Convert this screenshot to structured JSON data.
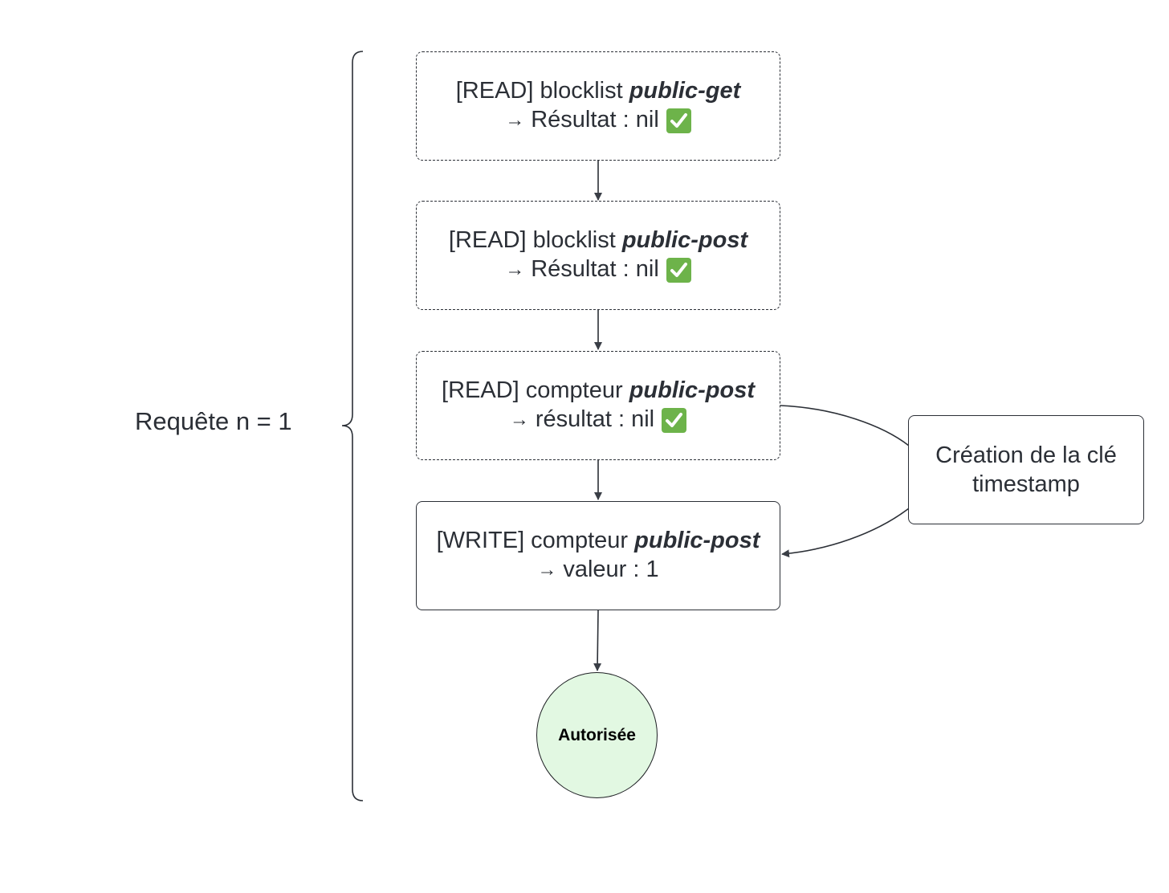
{
  "group": {
    "label": "Requête n = 1"
  },
  "steps": [
    {
      "prefix": "[READ] blocklist",
      "keyword": "public-get",
      "arrow": "→",
      "result": "Résultat : nil",
      "check_icon": "white-check-mark-green-icon",
      "border": "dashed"
    },
    {
      "prefix": "[READ] blocklist",
      "keyword": "public-post",
      "arrow": "→",
      "result": "Résultat : nil",
      "check_icon": "white-check-mark-green-icon",
      "border": "dashed"
    },
    {
      "prefix": "[READ] compteur",
      "keyword": "public-post",
      "arrow": "→",
      "result": "résultat : nil",
      "check_icon": "white-check-mark-green-icon",
      "border": "dashed"
    },
    {
      "prefix": "[WRITE] compteur",
      "keyword": "public-post",
      "arrow": "→",
      "result": "valeur : 1",
      "border": "solid"
    }
  ],
  "note": {
    "line1": "Création de la clé",
    "line2": "timestamp"
  },
  "terminal": {
    "label": "Autorisée",
    "fill_color": "#e2f8e2"
  },
  "colors": {
    "stroke": "#2b2f36",
    "check_green": "#6db34a"
  }
}
